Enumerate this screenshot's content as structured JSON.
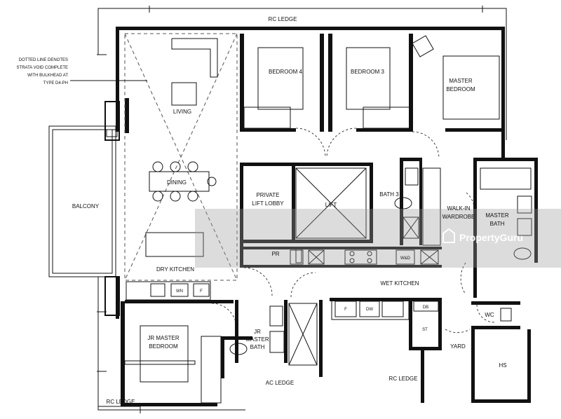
{
  "note": {
    "lines": [
      "DOTTED LINE DENOTES",
      "STRATA VOID COMPLETE",
      "WITH BULKHEAD AT",
      "TYPE D4-PH"
    ]
  },
  "rooms": {
    "rc_ledge_top": "RC LEDGE",
    "bedroom4": "BEDROOM 4",
    "bedroom3": "BEDROOM 3",
    "master_bedroom_1": "MASTER",
    "master_bedroom_2": "BEDROOM",
    "living": "LIVING",
    "dining": "DINING",
    "balcony": "BALCONY",
    "private_lift_1": "PRIVATE",
    "private_lift_2": "LIFT LOBBY",
    "lift": "LIFT",
    "bath3": "BATH 3",
    "walkin_1": "WALK-IN",
    "walkin_2": "WARDROBE",
    "master_bath_1": "MASTER",
    "master_bath_2": "BATH",
    "pr": "PR",
    "dry_kitchen": "DRY KITCHEN",
    "wet_kitchen": "WET KITCHEN",
    "jr_master_1": "JR MASTER",
    "jr_master_2": "BEDROOM",
    "jr_bath_1": "JR",
    "jr_bath_2": "MASTER",
    "jr_bath_3": "BATH",
    "wc": "WC",
    "yard": "YARD",
    "hs": "HS",
    "st": "ST",
    "db": "DB",
    "ac_ledge": "AC LEDGE",
    "rc_ledge_right": "RC LEDGE",
    "rc_ledge_bottom": "RC LEDGE"
  },
  "fixtures": {
    "wd": "W&D",
    "wn": "WN",
    "f_dry": "F",
    "f_wet": "F",
    "dw": "DW"
  },
  "watermark": {
    "brand": "PropertyGuru"
  }
}
